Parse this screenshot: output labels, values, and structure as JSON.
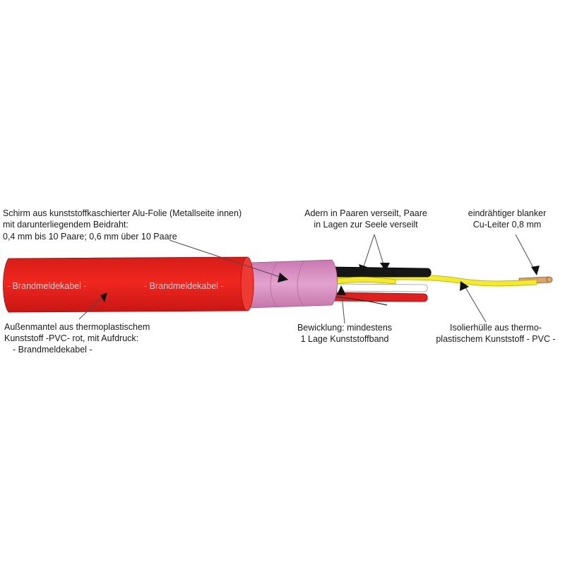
{
  "cable_print": [
    "- Brandmeldekabel -",
    "- Brandmeldekabel -"
  ],
  "labels": {
    "shield": [
      "Schirm aus kunststoffkaschierter Alu-Folie (Metallseite innen)",
      "mit darunterliegendem Beidraht:",
      "0,4 mm bis 10 Paare; 0,6 mm über 10 Paare"
    ],
    "pairs": [
      "Adern in Paaren verseilt, Paare",
      "in Lagen zur Seele verseilt"
    ],
    "conductor": [
      "eindrähtiger blanker",
      "Cu-Leiter 0,8 mm"
    ],
    "outer_sheath": [
      "Außenmantel aus thermoplastischem",
      "Kunststoff -PVC- rot, mit  Aufdruck:",
      "- Brandmeldekabel -"
    ],
    "wrapping": [
      "Bewicklung: mindestens",
      "1 Lage Kunststoffband"
    ],
    "insulation": [
      "Isolierhülle aus thermo-",
      "plastischem Kunststoff - PVC -"
    ]
  },
  "colors": {
    "sheath": "#e8231f",
    "foil": "#d98fc0",
    "wire_yellow": "#f2ea2a",
    "wire_black": "#161616",
    "wire_red": "#e01f1f",
    "wire_white": "#ffffff",
    "copper": "#d8a46a"
  }
}
